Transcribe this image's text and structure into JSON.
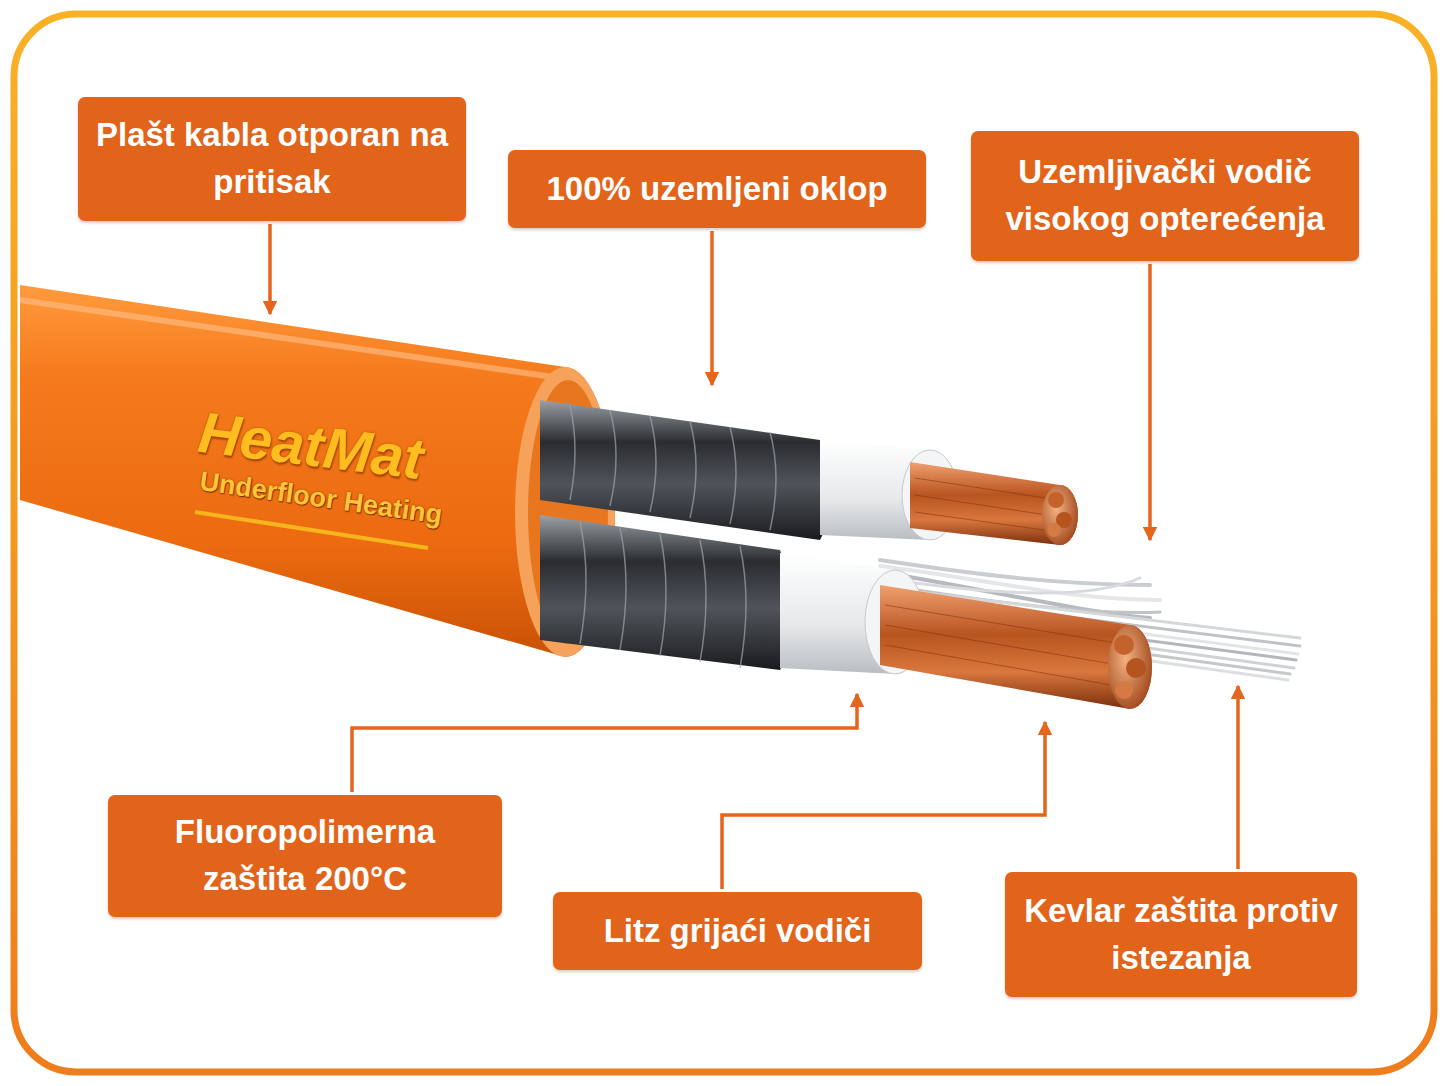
{
  "diagram": {
    "nodes": [
      {
        "text": [
          "Plašt kabla otporan na pritisak"
        ]
      },
      {
        "text": [
          "100% uzemljeni oklop"
        ]
      },
      {
        "text": [
          "Uzemljivački vodič visokog opterećenja"
        ]
      },
      {
        "text": [
          "Fluoropolimerna zaštita 200°C"
        ]
      },
      {
        "text": [
          "Litz grijaći vodiči"
        ]
      },
      {
        "text": [
          "Kevlar zaštita protiv istezanja"
        ]
      }
    ],
    "labels": [
      "HeatMat",
      "Underfloor Heating"
    ]
  }
}
